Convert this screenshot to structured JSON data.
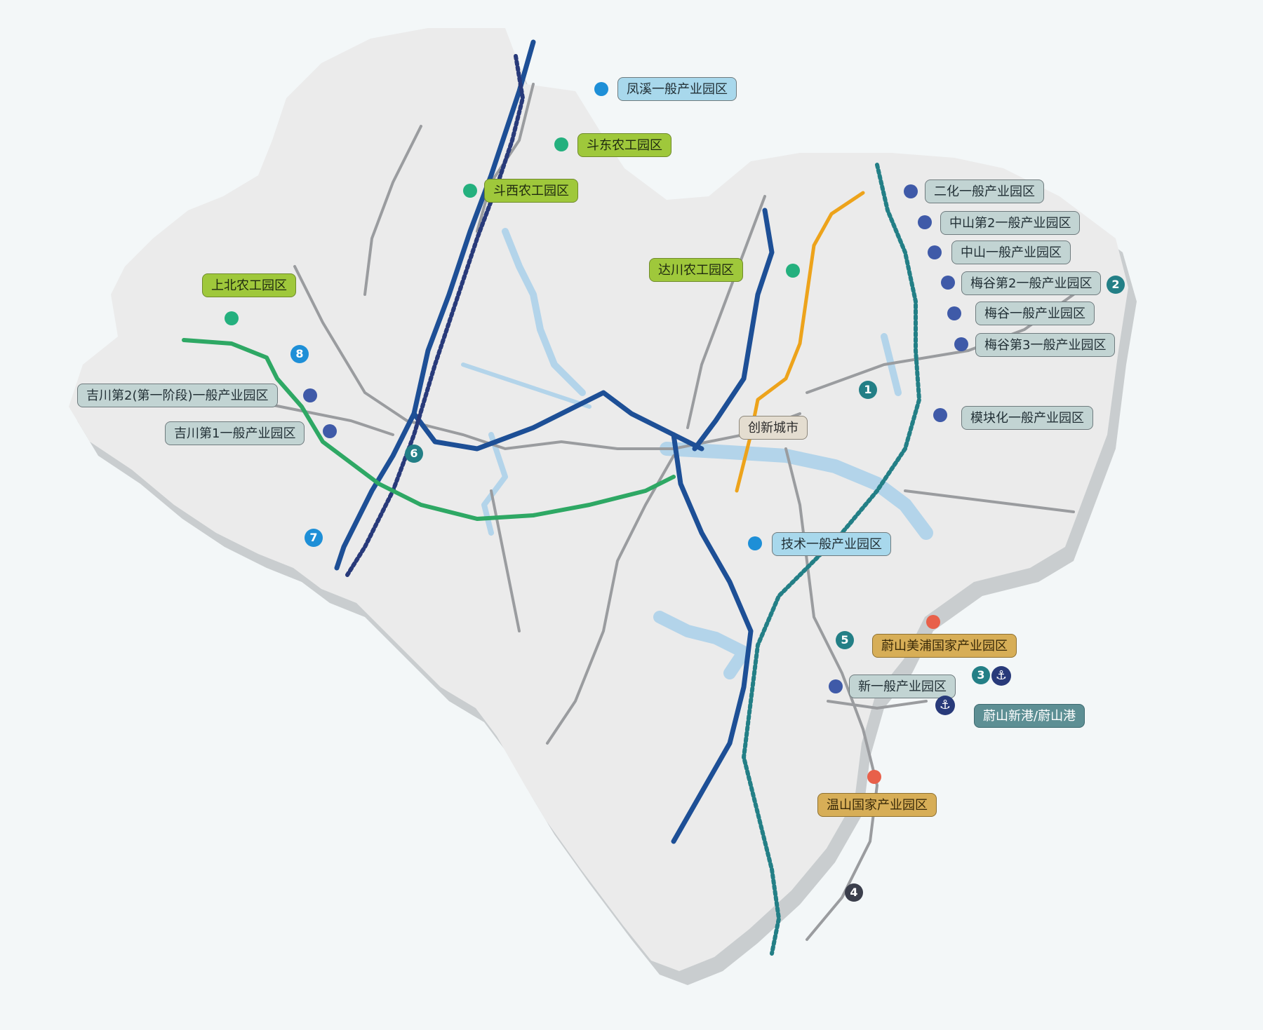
{
  "colors": {
    "land": "#ebebeb",
    "land_shadow": "#c9cdcf",
    "road": "#9a9c9f",
    "expressway": "#1d4f96",
    "green_line": "#2ea864",
    "orange_line": "#eda31b",
    "water": "#b3d4ea",
    "rail_dashed": "#237f86"
  },
  "parks": {
    "fengxi": "凤溪一般产业园区",
    "doudong": "斗东农工园区",
    "douxi": "斗西农工园区",
    "dachuan": "达川农工园区",
    "shangbei": "上北农工园区",
    "jichuan2": "吉川第2(第一阶段)一般产业园区",
    "jichuan1": "吉川第1一般产业园区",
    "erhua": "二化一般产业园区",
    "zhongshan2": "中山第2一般产业园区",
    "zhongshan": "中山一般产业园区",
    "meigu2": "梅谷第2一般产业园区",
    "meigu": "梅谷一般产业园区",
    "meigu3": "梅谷第3一般产业园区",
    "mokuaihua": "模块化一般产业园区",
    "chuangxin": "创新城市",
    "jishu": "技术一般产业园区",
    "meipu": "蔚山美浦国家产业园区",
    "xin": "新一般产业园区",
    "port": "蔚山新港/蔚山港",
    "wenshan": "温山国家产业园区"
  },
  "markers": {
    "m1": "1",
    "m2": "2",
    "m3": "3",
    "m4": "4",
    "m5": "5",
    "m6": "6",
    "m7": "7",
    "m8": "8"
  },
  "icons": {
    "port_icon": "anchor-icon",
    "anchor_glyph": "⚓"
  }
}
